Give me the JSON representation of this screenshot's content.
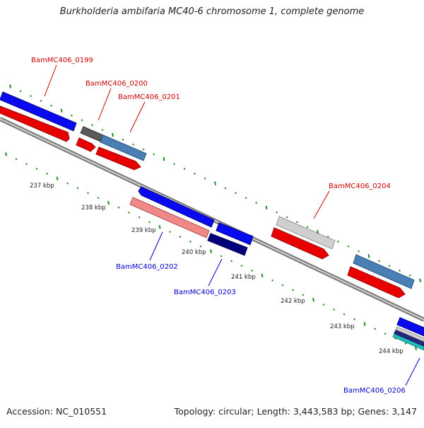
{
  "title": "Burkholderia ambifaria MC40-6 chromosome 1, complete genome",
  "footer": {
    "accession": "Accession: NC_010551",
    "summary": "Topology: circular; Length: 3,443,583 bp; Genes: 3,147"
  },
  "colors": {
    "forward_cds": "#ff0000",
    "forward_cds_dark": "#b30000",
    "forward_gene": "#0000ff",
    "forward_gene_dark": "#00008b",
    "grey_feature": "#5a5a5a",
    "steel_feature": "#4682b4",
    "light_red_feature": "#f08080",
    "light_grey_feature": "#cccccc",
    "navy_feature": "#000080",
    "teal_feature": "#20b2aa",
    "backbone": "#888888",
    "tick": "#228b22",
    "label_red": "#cc0000",
    "label_blue": "#0000cc"
  },
  "kbp_labels": [
    "237 kbp",
    "238 kbp",
    "239 kbp",
    "240 kbp",
    "241 kbp",
    "242 kbp",
    "243 kbp",
    "244 kbp"
  ],
  "gene_labels": {
    "red": [
      "BamMC406_0199",
      "BamMC406_0200",
      "BamMC406_0201",
      "BamMC406_0204"
    ],
    "blue": [
      "BamMC406_0202",
      "BamMC406_0203",
      "BamMC406_0206"
    ]
  }
}
